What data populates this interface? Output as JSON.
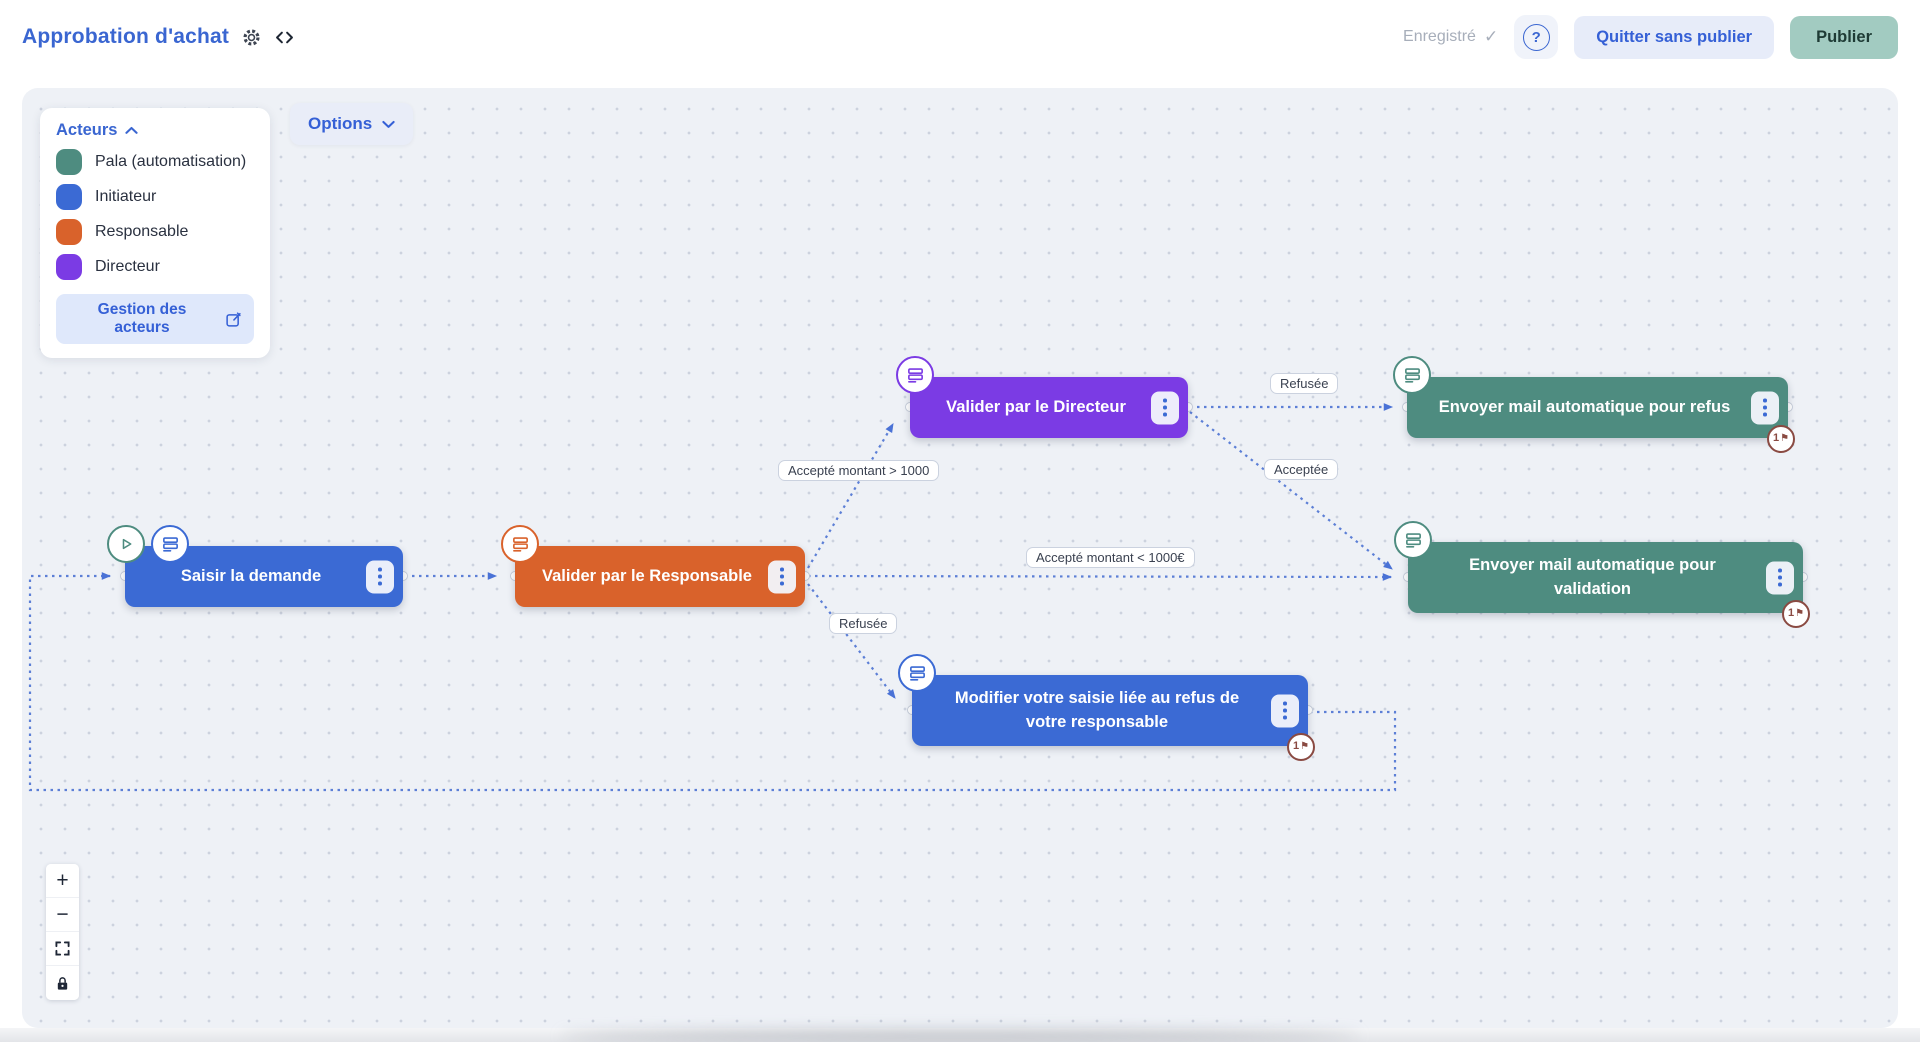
{
  "header": {
    "title": "Approbation d'achat",
    "status_label": "Enregistré",
    "help_label": "?",
    "quit_button": "Quitter sans publier",
    "publish_button": "Publier"
  },
  "canvas": {
    "options_button": "Options",
    "actors_panel": {
      "title": "Acteurs",
      "manage_button": "Gestion des acteurs",
      "actors": [
        {
          "name": "Pala (automatisation)",
          "color": "#4e8c80"
        },
        {
          "name": "Initiateur",
          "color": "#3b6ad4"
        },
        {
          "name": "Responsable",
          "color": "#d9622b"
        },
        {
          "name": "Directeur",
          "color": "#7b3be4"
        }
      ]
    },
    "nodes": [
      {
        "id": "saisir",
        "label": "Saisir la demande",
        "color": "#3b6ad4"
      },
      {
        "id": "responsable",
        "label": "Valider par le Responsable",
        "color": "#d9622b"
      },
      {
        "id": "directeur",
        "label": "Valider par le Directeur",
        "color": "#7b3be4"
      },
      {
        "id": "refus",
        "label": "Envoyer mail automatique pour refus",
        "color": "#4e8c80",
        "flag_count": "1"
      },
      {
        "id": "validation",
        "label": "Envoyer mail automatique pour validation",
        "color": "#4e8c80",
        "flag_count": "1"
      },
      {
        "id": "modifier",
        "label": "Modifier votre saisie liée au refus de votre responsable",
        "color": "#3b6ad4",
        "flag_count": "1"
      }
    ],
    "edge_labels": [
      {
        "text": "Accepté montant > 1000"
      },
      {
        "text": "Refusée"
      },
      {
        "text": "Acceptée"
      },
      {
        "text": "Accepté montant < 1000€"
      },
      {
        "text": "Refusée"
      }
    ],
    "colors": {
      "edge": "#5c7fd6",
      "canvas_bg": "#eef1f6",
      "accent_blue": "#3a66d1",
      "publish_teal": "#a2cbc1",
      "flag_red": "#8a4a42"
    }
  }
}
